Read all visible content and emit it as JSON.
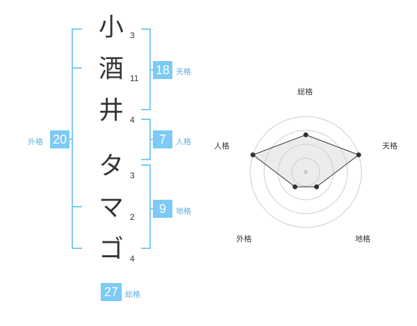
{
  "characters": [
    {
      "char": "小",
      "strokes": "3"
    },
    {
      "char": "酒",
      "strokes": "11"
    },
    {
      "char": "井",
      "strokes": "4"
    },
    {
      "char": "タ",
      "strokes": "3"
    },
    {
      "char": "マ",
      "strokes": "2"
    },
    {
      "char": "ゴ",
      "strokes": "4"
    }
  ],
  "kakusu": {
    "tenkaku": {
      "value": "18",
      "label": "天格"
    },
    "jinkaku": {
      "value": "7",
      "label": "人格"
    },
    "chikaku": {
      "value": "9",
      "label": "地格"
    },
    "gaikaku": {
      "value": "20",
      "label": "外格"
    },
    "soukaku": {
      "value": "27",
      "label": "総格"
    }
  },
  "radar": {
    "axes": [
      "総格",
      "天格",
      "地格",
      "外格",
      "人格"
    ],
    "values": [
      0.67,
      1.0,
      0.33,
      0.33,
      1.0
    ],
    "max": 1
  },
  "colors": {
    "accent": "#7ccaf5",
    "label": "#5ab0e6",
    "bracket": "#7ccaf5",
    "ring": "#cccccc",
    "fill": "#eeeeee"
  }
}
